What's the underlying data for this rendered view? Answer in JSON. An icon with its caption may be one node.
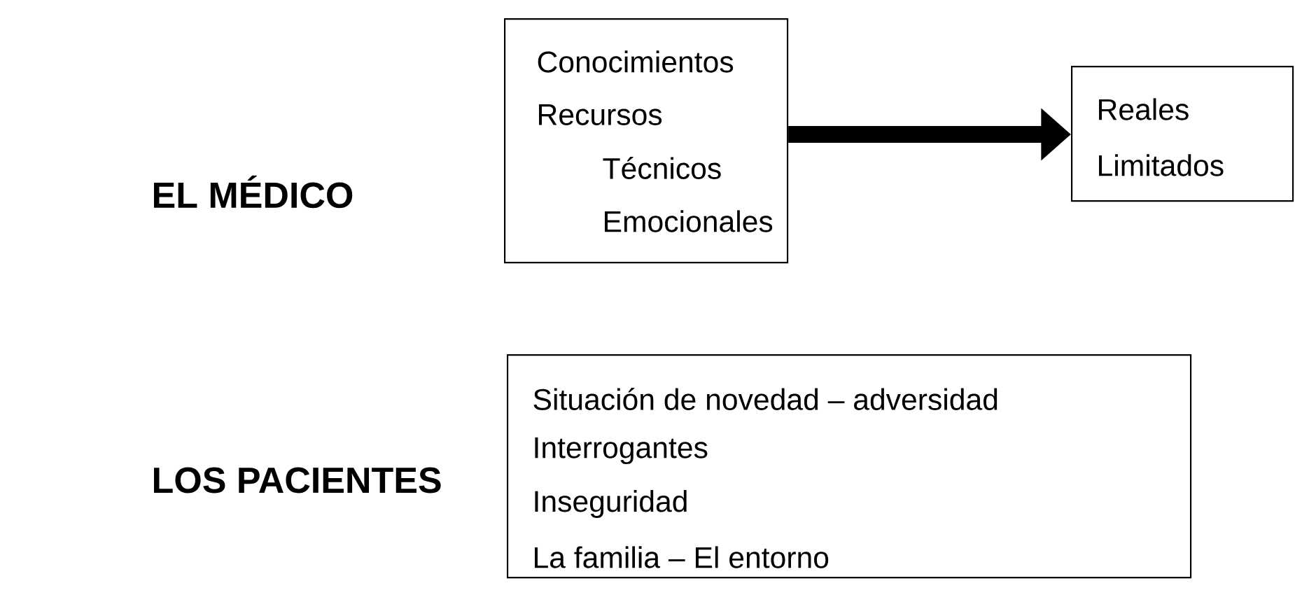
{
  "diagram": {
    "nodes": [
      {
        "text": [
          "Conocimientos",
          "Recursos",
          "Técnicos",
          "Emocionales"
        ]
      },
      {
        "text": [
          "Reales",
          "Limitados"
        ]
      },
      {
        "text": [
          "Situación de novedad – adversidad",
          "Interrogantes",
          "Inseguridad",
          "La familia – El entorno"
        ]
      }
    ],
    "edges": [
      {
        "from": 0,
        "to": 1,
        "arrow": "to"
      }
    ],
    "labels": [
      "EL MÉDICO",
      "LOS PACIENTES"
    ]
  }
}
